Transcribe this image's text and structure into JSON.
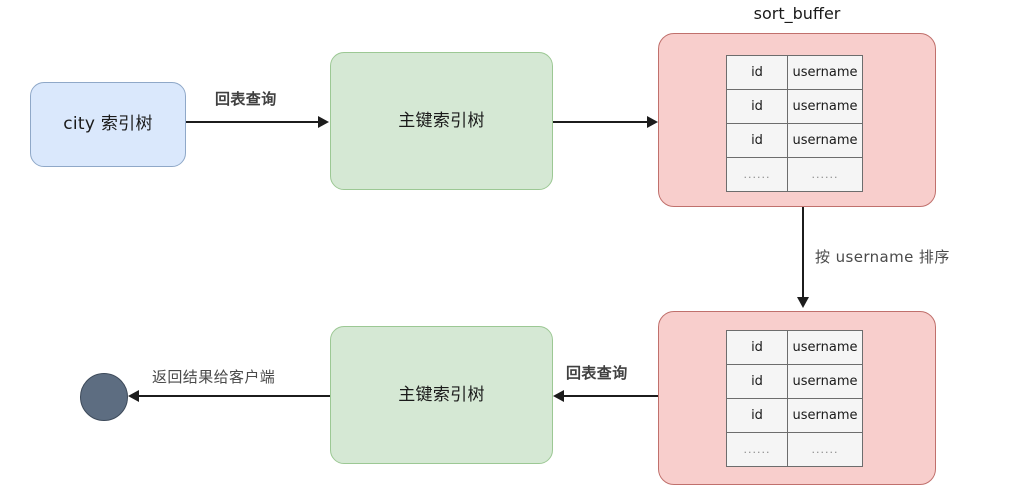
{
  "diagram": {
    "title_caption": "sort_buffer",
    "nodes": {
      "city_index_tree": "city 索引树",
      "pk_index_tree_top": "主键索引树",
      "pk_index_tree_bottom": "主键索引树",
      "client_endpoint": ""
    },
    "edges": {
      "city_to_pk": "回表查询",
      "pk_to_buffer": "",
      "buffer_sort": "按 username 排序",
      "buffer_to_pk_bottom": "回表查询",
      "pk_bottom_to_client": "返回结果给客户端"
    },
    "buffer_table": {
      "rows": [
        {
          "id": "id",
          "username": "username"
        },
        {
          "id": "id",
          "username": "username"
        },
        {
          "id": "id",
          "username": "username"
        },
        {
          "id": "......",
          "username": "......"
        }
      ]
    },
    "colors": {
      "blue_fill": "#dae8fc",
      "blue_stroke": "#8fa8c8",
      "green_fill": "#d5e8d4",
      "green_stroke": "#9cc894",
      "pink_fill": "#f8cecc",
      "pink_stroke": "#c0706c",
      "table_fill": "#f5f5f5",
      "table_stroke": "#6d6d6d",
      "circle_fill": "#5d6d81",
      "line": "#1c1c1c"
    }
  }
}
